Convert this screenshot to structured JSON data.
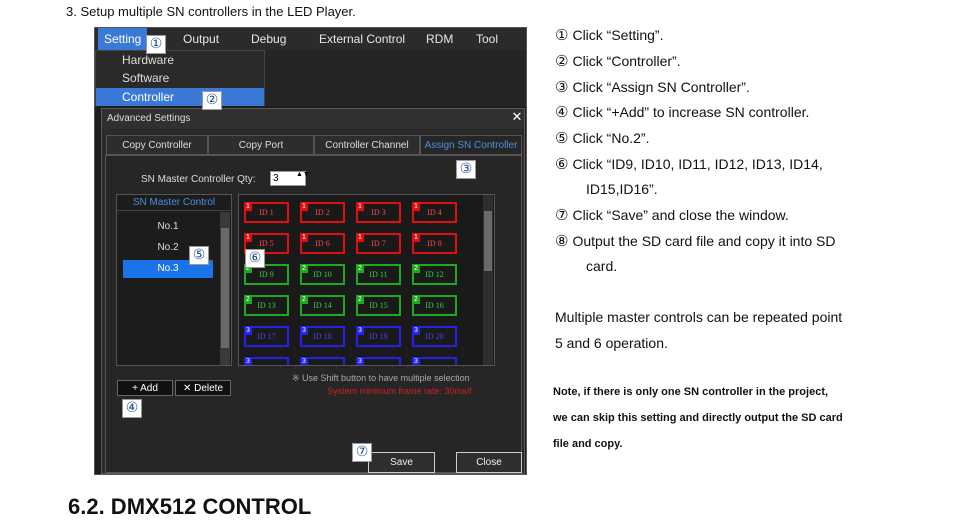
{
  "step_title": "3. Setup multiple SN controllers in the LED Player.",
  "menu": [
    "Setting",
    "Output",
    "Debug",
    "External Control",
    "RDM",
    "Tool"
  ],
  "dropdown": [
    "Hardware",
    "Software",
    "Controller"
  ],
  "dialog": {
    "title": "Advanced Settings",
    "close": "✕",
    "tabs": [
      "Copy Controller",
      "Copy Port",
      "Controller Channel",
      "Assign SN Controller"
    ],
    "qty_label": "SN Master Controller Qty:",
    "qty_value": "3",
    "qty_spin": "▲▼",
    "list_header": "SN Master Control",
    "list_items": [
      "No.1",
      "No.2",
      "No.3"
    ],
    "cells": [
      {
        "label": "ID 1",
        "group": "1",
        "color": "red"
      },
      {
        "label": "ID 2",
        "group": "1",
        "color": "red"
      },
      {
        "label": "ID 3",
        "group": "1",
        "color": "red"
      },
      {
        "label": "ID 4",
        "group": "1",
        "color": "red"
      },
      {
        "label": "ID 5",
        "group": "1",
        "color": "red"
      },
      {
        "label": "ID 6",
        "group": "1",
        "color": "red"
      },
      {
        "label": "ID 7",
        "group": "1",
        "color": "red"
      },
      {
        "label": "ID 8",
        "group": "1",
        "color": "red"
      },
      {
        "label": "ID 9",
        "group": "2",
        "color": "green"
      },
      {
        "label": "ID 10",
        "group": "2",
        "color": "green"
      },
      {
        "label": "ID 11",
        "group": "2",
        "color": "green"
      },
      {
        "label": "ID 12",
        "group": "2",
        "color": "green"
      },
      {
        "label": "ID 13",
        "group": "2",
        "color": "green"
      },
      {
        "label": "ID 14",
        "group": "2",
        "color": "green"
      },
      {
        "label": "ID 15",
        "group": "2",
        "color": "green"
      },
      {
        "label": "ID 16",
        "group": "2",
        "color": "green"
      },
      {
        "label": "ID 17",
        "group": "3",
        "color": "blue"
      },
      {
        "label": "ID 18",
        "group": "3",
        "color": "blue"
      },
      {
        "label": "ID 19",
        "group": "3",
        "color": "blue"
      },
      {
        "label": "ID 20",
        "group": "3",
        "color": "blue"
      },
      {
        "label": "",
        "group": "3",
        "color": "blue"
      },
      {
        "label": "",
        "group": "3",
        "color": "blue"
      },
      {
        "label": "",
        "group": "3",
        "color": "blue"
      },
      {
        "label": "",
        "group": "3",
        "color": "blue"
      }
    ],
    "add_button": "+ Add",
    "delete_button": "✕ Delete",
    "hint": "※ Use Shift button to have multiple selection",
    "warning": "System minimum frame rate: 30ms/f",
    "save_button": "Save",
    "close_button": "Close"
  },
  "markers": [
    "①",
    "②",
    "③",
    "④",
    "⑤",
    "⑥",
    "⑦"
  ],
  "instructions": [
    {
      "num": "①",
      "text": "Click “Setting”."
    },
    {
      "num": "②",
      "text": "Click “Controller”."
    },
    {
      "num": "③",
      "text": "Click “Assign SN Controller”."
    },
    {
      "num": "④",
      "text": "Click “+Add” to increase SN controller."
    },
    {
      "num": "⑤",
      "text": "Click “No.2”."
    },
    {
      "num": "⑥",
      "text": "Click “ID9, ID10, ID11, ID12, ID13, ID14,"
    },
    {
      "num": "",
      "text": "ID15,ID16”."
    },
    {
      "num": "⑦",
      "text": "Click “Save” and close the window."
    },
    {
      "num": "⑧",
      "text": "Output the SD card file and copy it into SD"
    },
    {
      "num": "",
      "text": "card."
    }
  ],
  "paragraph": [
    "Multiple master controls can be repeated point",
    "5 and 6 operation."
  ],
  "note": [
    "Note, if there is only one SN controller in the project,",
    "we can skip this setting and directly output the SD card",
    "file and copy."
  ],
  "heading": "6.2. DMX512 CONTROL",
  "colors": {
    "accent": "#3a7ad6",
    "red": "#e01010",
    "green": "#1ea81e",
    "blue": "#2222e8"
  }
}
